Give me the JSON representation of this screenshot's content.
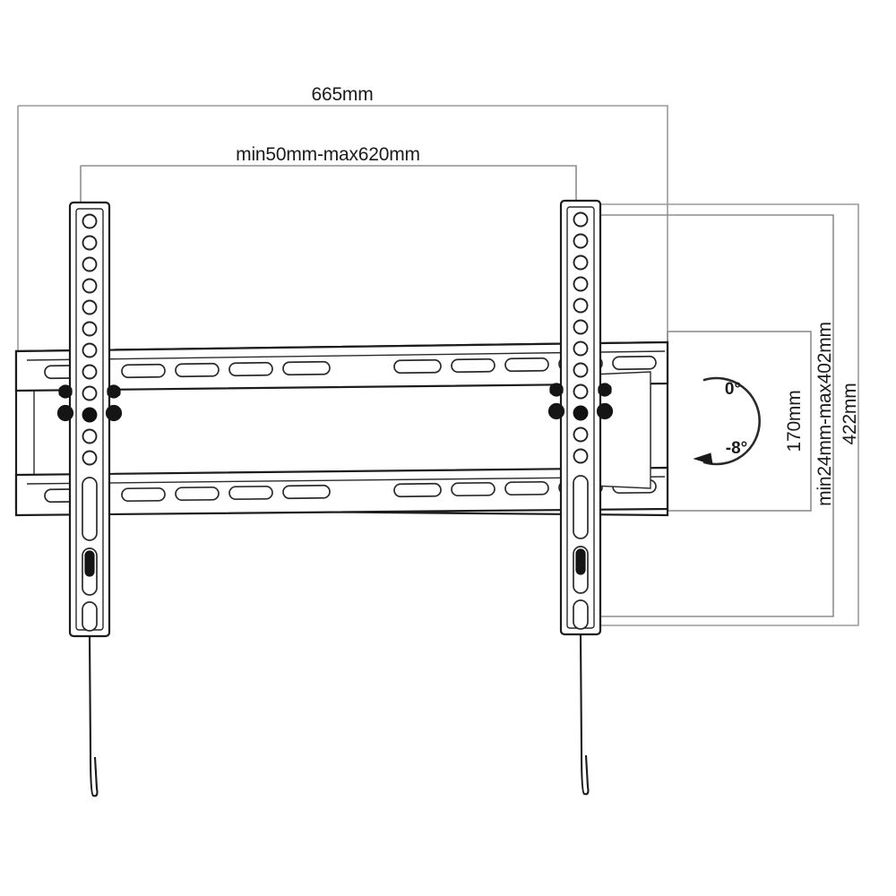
{
  "drawing": {
    "title": "TV wall mount bracket technical dimension drawing",
    "background_color": "#ffffff",
    "line_color": "#1c1c1c",
    "dimension_line_color": "#8d8d8d"
  },
  "dimensions": {
    "top_overall": {
      "label": "665mm",
      "name": "overall-width"
    },
    "top_inner": {
      "label": "min50mm-max620mm",
      "name": "vesa-horizontal-range"
    },
    "right_inner": {
      "label": "170mm",
      "name": "tilt-detail-height"
    },
    "right_middle": {
      "label": "min24mm-max402mm",
      "name": "vesa-vertical-range"
    },
    "right_outer": {
      "label": "422mm",
      "name": "overall-height"
    }
  },
  "tilt": {
    "top_angle": "0°",
    "bottom_angle": "-8°",
    "name": "tilt-range-indicator"
  },
  "parts": {
    "wall_plate": "wall-plate",
    "left_rail": "left-vertical-rail",
    "right_rail": "right-vertical-rail",
    "left_cable": "left-release-cable",
    "right_cable": "right-release-cable"
  }
}
